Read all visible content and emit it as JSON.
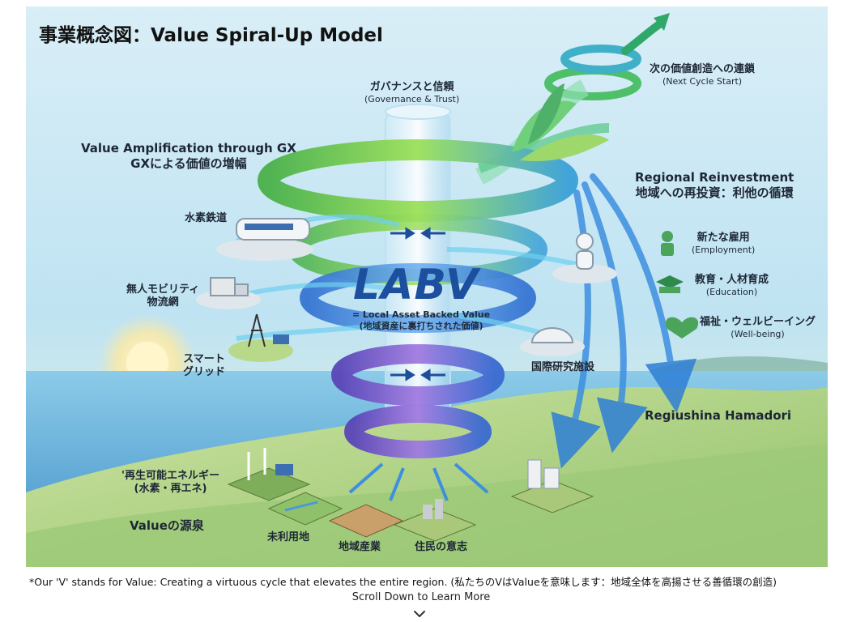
{
  "title": "事業概念図：Value Spiral-Up Model",
  "center": {
    "logo_text": "LABV",
    "subtitle_en": "= Local Asset Backed Value",
    "subtitle_jp": "(地域資産に裏打ちされた価値)"
  },
  "labels": {
    "governance": {
      "jp": "ガバナンスと信頼",
      "en": "(Governance & Trust)"
    },
    "next_cycle": {
      "jp": "次の価値創造への連鎖",
      "en": "(Next Cycle Start)"
    },
    "gx": {
      "en": "Value Amplification through GX",
      "jp": "GXによる価値の増幅"
    },
    "reinvest": {
      "en": "Regional Reinvestment",
      "jp": "地域への再投資：利他の循環"
    },
    "hydrogen_rail": {
      "jp": "水素鉄道"
    },
    "unmanned_logistics": {
      "jp1": "無人モビリティ",
      "jp2": "物流網"
    },
    "smart_grid": {
      "jp1": "スマート",
      "jp2": "グリッド"
    },
    "research_facility": {
      "jp": "国際研究施設"
    },
    "employment": {
      "jp": "新たな雇用",
      "en": "(Employment)"
    },
    "education": {
      "jp": "教育・人材育成",
      "en": "(Education)"
    },
    "wellbeing": {
      "jp": "福祉・ウェルビーイング",
      "en": "(Well-being)"
    },
    "region": {
      "en": "Regiushina Hamadori"
    },
    "renewable": {
      "jp1": "'再生可能エネルギー",
      "jp2": "(水素・再エネ)"
    },
    "value_source": {
      "jp": "Valueの源泉"
    },
    "unused_land": {
      "jp": "未利用地"
    },
    "local_industry": {
      "jp": "地域産業"
    },
    "resident_will": {
      "jp": "住民の意志"
    }
  },
  "footnote": "*Our 'V' stands for Value: Creating a virtuous cycle that elevates the entire region. (私たちのVはValueを意味します：地域全体を高揚させる善循環の創造)",
  "scroll_hint": "Scroll Down to Learn More",
  "icons": [
    "train-icon",
    "truck-icon",
    "pylon-icon",
    "robot-icon",
    "dome-icon",
    "employment-icon",
    "education-icon",
    "wellbeing-icon",
    "wind-turbine-icon",
    "factory-icon",
    "chevron-down-icon"
  ],
  "colors": {
    "spiral_green": "#5bbf3a",
    "spiral_blue": "#2f6fd0",
    "spiral_purple": "#7b5bc7",
    "sky": "#bfe3f2",
    "sea": "#5aa8d8",
    "land": "#b9d98a",
    "logo": "#1c4f9e"
  }
}
